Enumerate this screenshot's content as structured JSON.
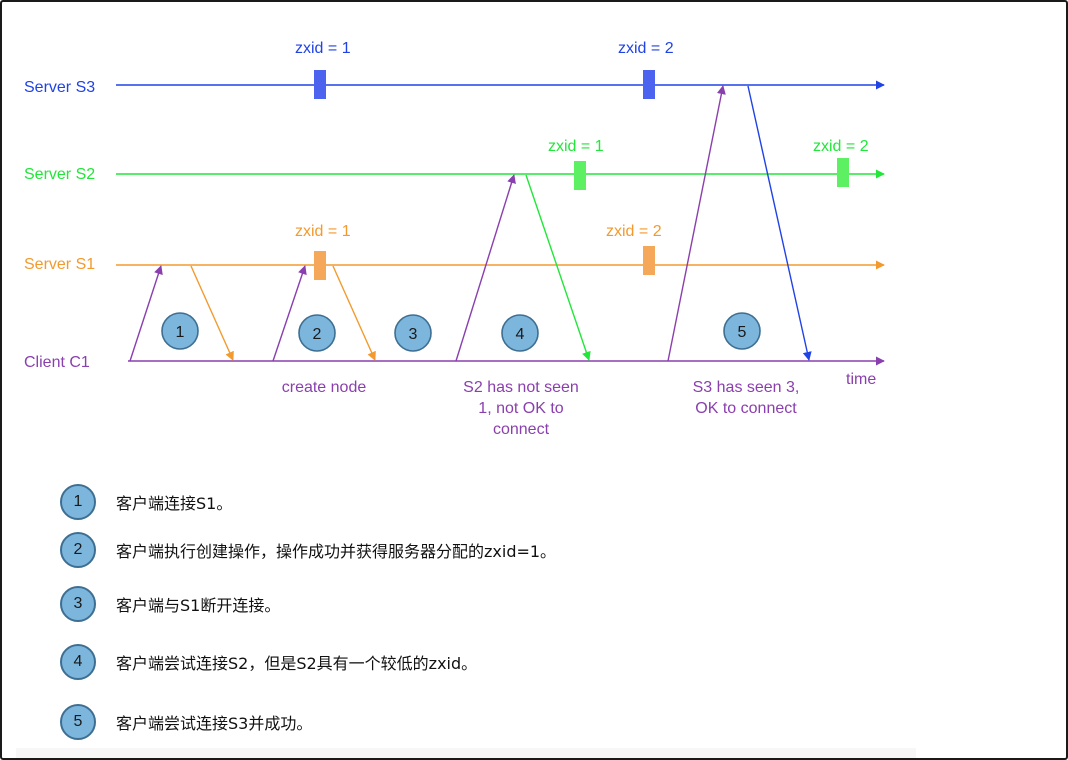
{
  "colors": {
    "s3": "#2043e6",
    "s2": "#22e63a",
    "s1": "#f39a2e",
    "client": "#8a3fae",
    "s3_box": "#4b63ee",
    "s2_box": "#5cf062",
    "s1_box": "#f5a85a",
    "badge_fill": "#7db6dd",
    "badge_stroke": "#3e6f92"
  },
  "timelines": {
    "s3": "Server S3",
    "s2": "Server S2",
    "s1": "Server S1",
    "client": "Client C1"
  },
  "time_label": "time",
  "zxid": {
    "s3_a": "zxid = 1",
    "s3_b": "zxid = 2",
    "s2_a": "zxid = 1",
    "s2_b": "zxid = 2",
    "s1_a": "zxid = 1",
    "s1_b": "zxid = 2"
  },
  "steps": [
    "1",
    "2",
    "3",
    "4",
    "5"
  ],
  "notes": {
    "create": "create node",
    "s2_line1": "S2 has not seen",
    "s2_line2": "1, not OK to",
    "s2_line3": "connect",
    "s3_line1": "S3 has seen 3,",
    "s3_line2": "OK to connect"
  },
  "legend": [
    {
      "num": "1",
      "text": "客户端连接S1。"
    },
    {
      "num": "2",
      "text": "客户端执行创建操作，操作成功并获得服务器分配的zxid=1。"
    },
    {
      "num": "3",
      "text": "客户端与S1断开连接。"
    },
    {
      "num": "4",
      "text": "客户端尝试连接S2，但是S2具有一个较低的zxid。"
    },
    {
      "num": "5",
      "text": "客户端尝试连接S3并成功。"
    }
  ]
}
